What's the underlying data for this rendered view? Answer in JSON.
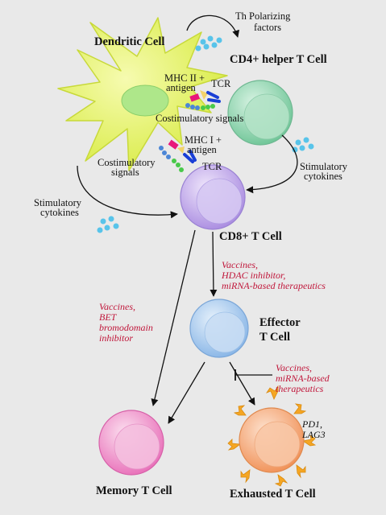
{
  "cells": {
    "dendritic": "Dendritic Cell",
    "cd4": "CD4+ helper T Cell",
    "cd8": "CD8+ T Cell",
    "effector_line1": "Effector",
    "effector_line2": "T Cell",
    "memory": "Memory T Cell",
    "exhausted": "Exhausted T Cell"
  },
  "labels": {
    "th_line1": "Th Polarizing",
    "th_line2": "factors",
    "mhc2_line1": "MHC II +",
    "mhc2_line2": "antigen",
    "tcr_top": "TCR",
    "costim_top": "Costimulatory signals",
    "mhc1_line1": "MHC I +",
    "mhc1_line2": "antigen",
    "tcr_bottom": "TCR",
    "costim_left_line1": "Costimulatory",
    "costim_left_line2": "signals",
    "stim_right_line1": "Stimulatory",
    "stim_right_line2": "cytokines",
    "stim_left_line1": "Stimulatory",
    "stim_left_line2": "cytokines",
    "pd1": "PD1,",
    "lag3": "LAG3"
  },
  "interventions": {
    "cd8_to_effector": [
      "Vaccines,",
      "HDAC inhibitor,",
      "miRNA-based therapeutics"
    ],
    "cd8_to_memory": [
      "Vaccines,",
      "BET",
      "bromodomain",
      "inhibitor"
    ],
    "effector_block": [
      "Vaccines,",
      "miRNA-based",
      "therapeutics"
    ]
  },
  "colors": {
    "background": "#e9e9e9",
    "dendritic": "#e4f25a",
    "cd4": "#8fd6b0",
    "cd8": "#b9a2e6",
    "effector": "#9cc3ea",
    "memory": "#f08cc8",
    "exhausted": "#f7a56f",
    "receptor_orange": "#f5a623",
    "intervention_text": "#c0163a"
  }
}
